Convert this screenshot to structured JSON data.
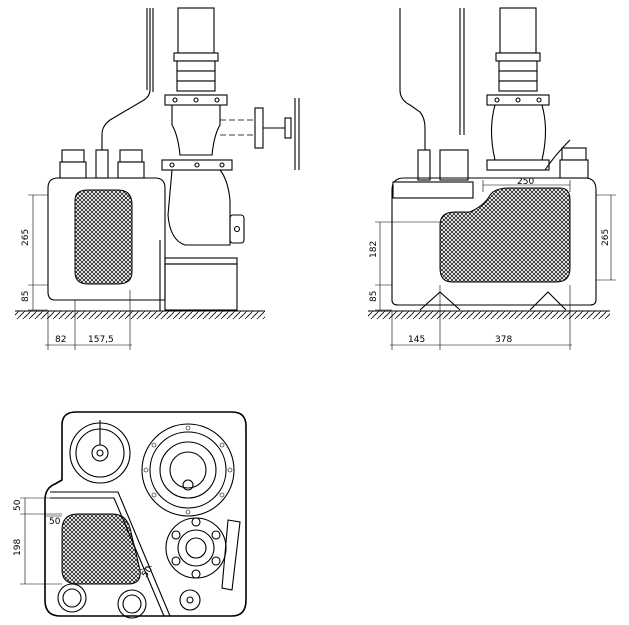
{
  "dimensions": {
    "left_view": {
      "height_body": "265",
      "height_base": "85",
      "width_offset": "82",
      "width_body": "157,5"
    },
    "right_view": {
      "width_top": "250",
      "height_inlet": "182",
      "height_base": "85",
      "height_body": "265",
      "width_offset": "145",
      "width_body": "378"
    },
    "top_view": {
      "offset_top": "50",
      "offset_side": "50",
      "height_zone": "198",
      "offset_diag": "50"
    }
  },
  "colors": {
    "line": "#000000",
    "background": "#ffffff"
  }
}
